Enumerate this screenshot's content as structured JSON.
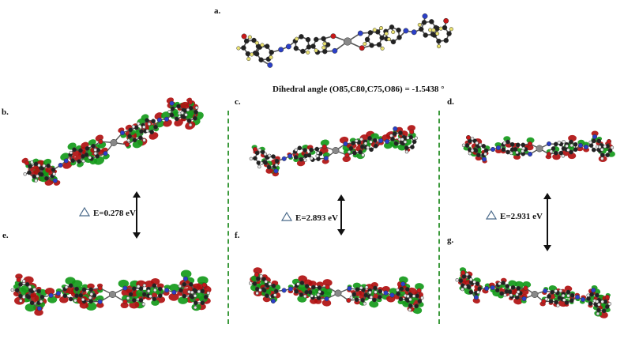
{
  "panel_labels": {
    "a": "a.",
    "b": "b.",
    "c": "c.",
    "d": "d.",
    "e": "e.",
    "f": "f.",
    "g": "g."
  },
  "dihedral_text": "Dihedral angle (O85,C80,C75,O86) = -1.5438 °",
  "energy_gaps": [
    {
      "value": "E=0.278 eV"
    },
    {
      "value": "E=2.893 eV"
    },
    {
      "value": "E=2.931 eV"
    }
  ],
  "colors": {
    "orbital_positive": "#b01010",
    "orbital_negative": "#139a1a",
    "carbon": "#222222",
    "hydrogen_structure": "#e8e070",
    "hydrogen": "#e6e6e6",
    "oxygen": "#c81818",
    "nitrogen": "#2b3fc8",
    "metal": "#888888",
    "divider": "#3c9a3c",
    "delta_symbol": "#4a6a8a"
  }
}
